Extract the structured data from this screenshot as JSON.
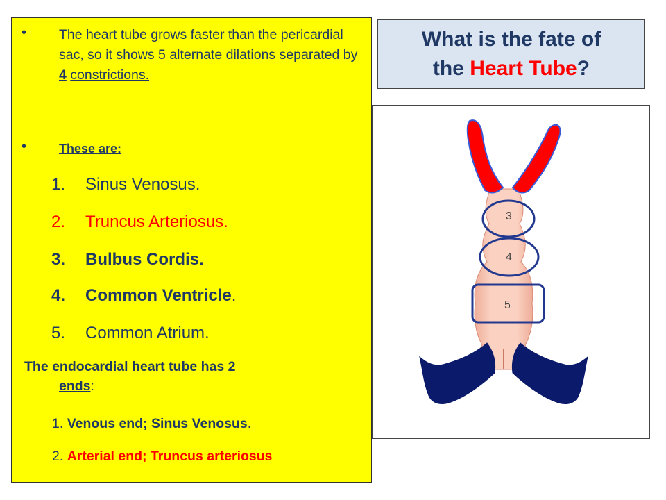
{
  "bullets": {
    "b1": {
      "part1": "The heart tube grows faster  than the pericardial sac, so it shows 5 alternate ",
      "underlined1": "dilations separated by ",
      "bold_num": "4",
      "underlined2": "constrictions."
    },
    "b2": {
      "text": "These are:"
    }
  },
  "list": [
    {
      "num": "1.",
      "label": "Sinus Venosus."
    },
    {
      "num": "2.",
      "label": "Truncus  Arteriosus."
    },
    {
      "num": "3.",
      "label": "Bulbus Cordis."
    },
    {
      "num": "4.",
      "label": "Common Ventricle",
      "suffix": "."
    },
    {
      "num": "5.",
      "label": "Common Atrium."
    }
  ],
  "endo": {
    "line": "The endocardial heart tube has 2 ",
    "ends_word": "ends",
    "colon": ":"
  },
  "ends": [
    {
      "num": "1. ",
      "label": "Venous end; Sinus Venosus",
      "tail": "."
    },
    {
      "num": "2. ",
      "label": "Arterial end; Truncus arteriosus"
    }
  ],
  "title": {
    "line1": "What is the fate of",
    "line2_prefix": "the ",
    "line2_highlight": "Heart Tube",
    "line2_suffix": "?"
  },
  "figure": {
    "labels": [
      "3",
      "4",
      "5"
    ]
  },
  "colors": {
    "panel_bg": "#ffff00",
    "title_bg": "#dbe5f1",
    "text_blue": "#1f3864",
    "accent_red": "#ff0000",
    "vessel_navy": "#0b1a6b",
    "tube_pink": "#f7b9a3"
  }
}
